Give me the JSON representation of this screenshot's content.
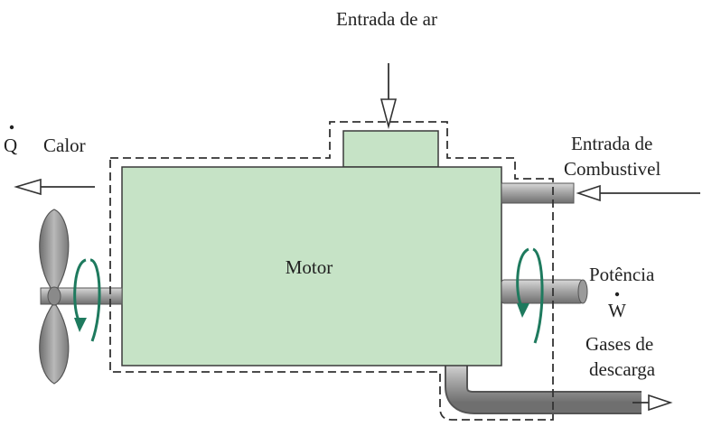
{
  "labels": {
    "air_inlet": "Entrada de ar",
    "heat_symbol": "Q",
    "heat": "Calor",
    "fuel_line1": "Entrada de",
    "fuel_line2": "Combustivel",
    "motor": "Motor",
    "power": "Potência",
    "power_symbol": "W",
    "exhaust_line1": "Gases de",
    "exhaust_line2": "descarga"
  },
  "colors": {
    "engine_fill": "#c6e3c6",
    "engine_stroke": "#3a3a3a",
    "rotation_arrow": "#1e7a5e",
    "shaft": "#a9a9a9",
    "propeller": "#8f8f8f",
    "boundary": "#333333"
  }
}
